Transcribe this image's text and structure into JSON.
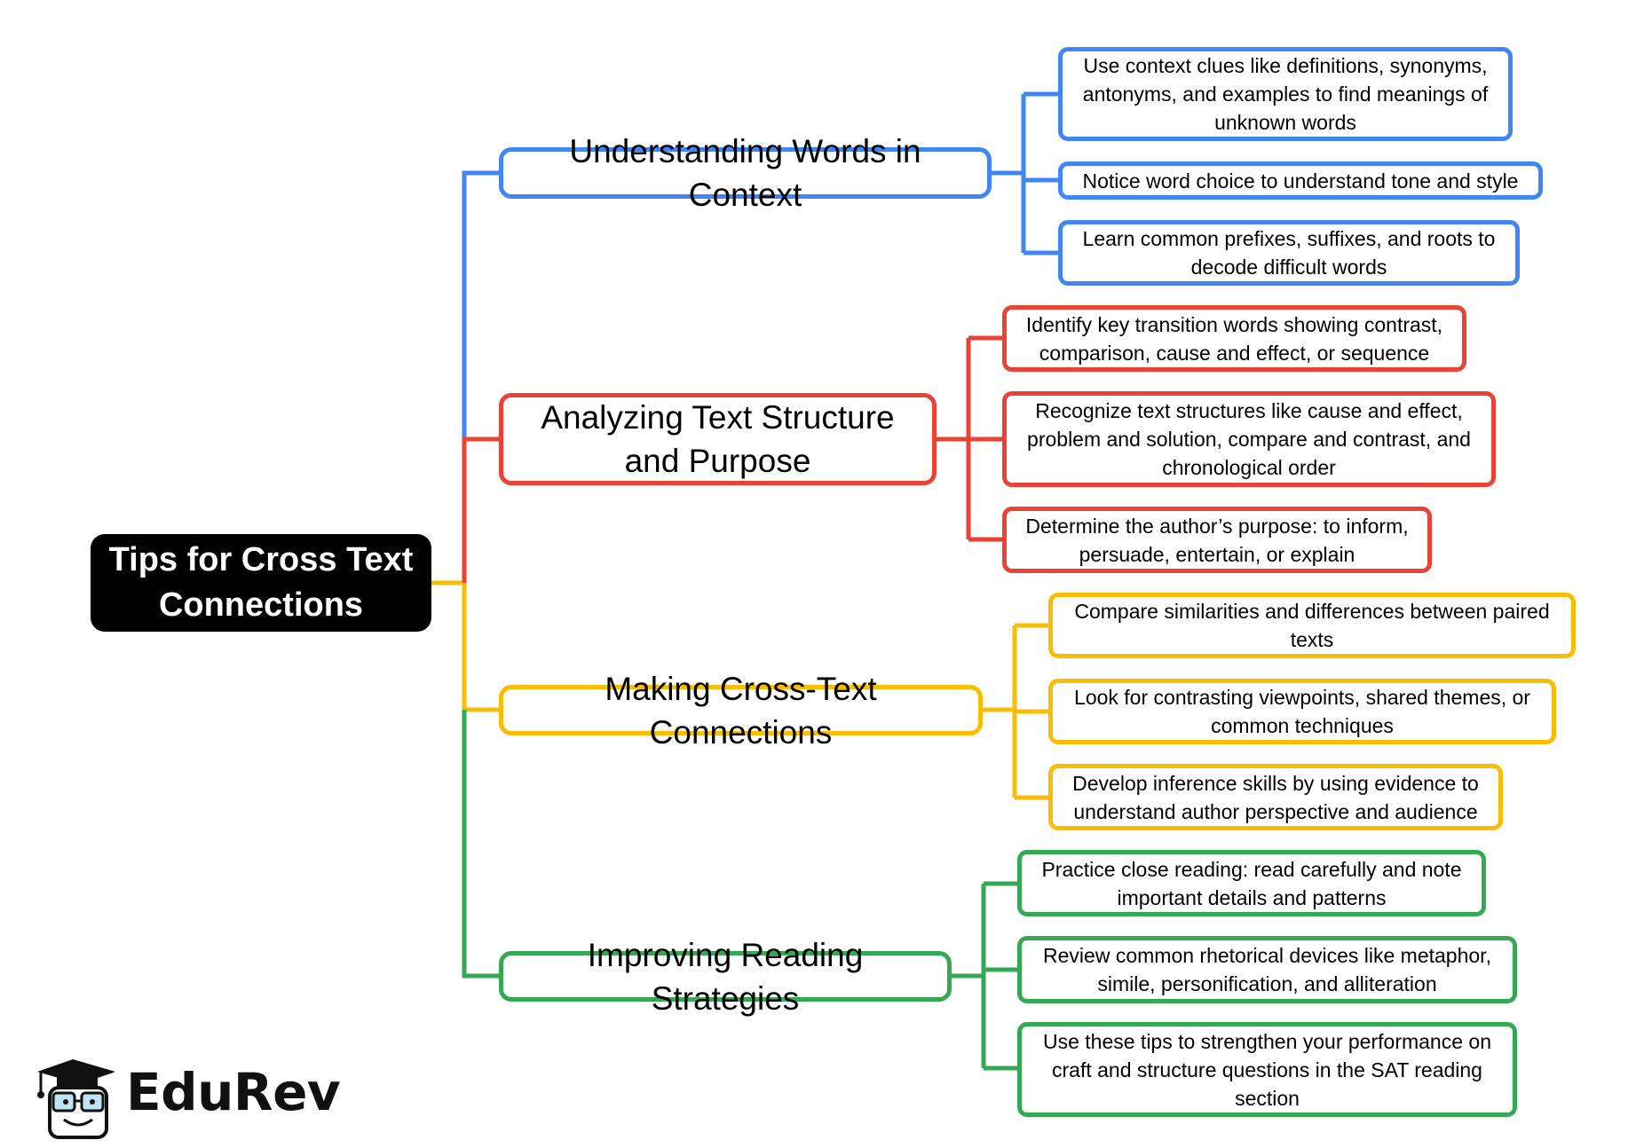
{
  "root": {
    "title": "Tips for Cross Text Connections"
  },
  "colors": {
    "blue": "#4285F4",
    "red": "#EA4335",
    "yellow": "#FBBC05",
    "green": "#34A853"
  },
  "branches": [
    {
      "label": "Understanding Words in Context",
      "color": "blue",
      "leaves": [
        "Use context clues like definitions, synonyms, antonyms, and examples to find meanings of unknown words",
        "Notice word choice to understand tone and style",
        "Learn common prefixes, suffixes, and roots to decode difficult words"
      ]
    },
    {
      "label": "Analyzing Text Structure and Purpose",
      "color": "red",
      "leaves": [
        "Identify key transition words showing contrast, comparison, cause and effect, or sequence",
        "Recognize text structures like cause and effect, problem and solution, compare and contrast, and chronological order",
        "Determine the author’s purpose: to inform, persuade, entertain, or explain"
      ]
    },
    {
      "label": "Making Cross-Text Connections",
      "color": "yellow",
      "leaves": [
        "Compare similarities and differences between paired texts",
        "Look for contrasting viewpoints, shared themes, or common techniques",
        "Develop inference skills by using evidence to understand author perspective and audience"
      ]
    },
    {
      "label": "Improving Reading Strategies",
      "color": "green",
      "leaves": [
        "Practice close reading: read carefully and note important details and patterns",
        "Review common rhetorical devices like metaphor, simile, personification, and alliteration",
        "Use these tips to strengthen your performance on craft and structure questions in the SAT reading section"
      ]
    }
  ],
  "logo": {
    "text": "EduRev"
  }
}
